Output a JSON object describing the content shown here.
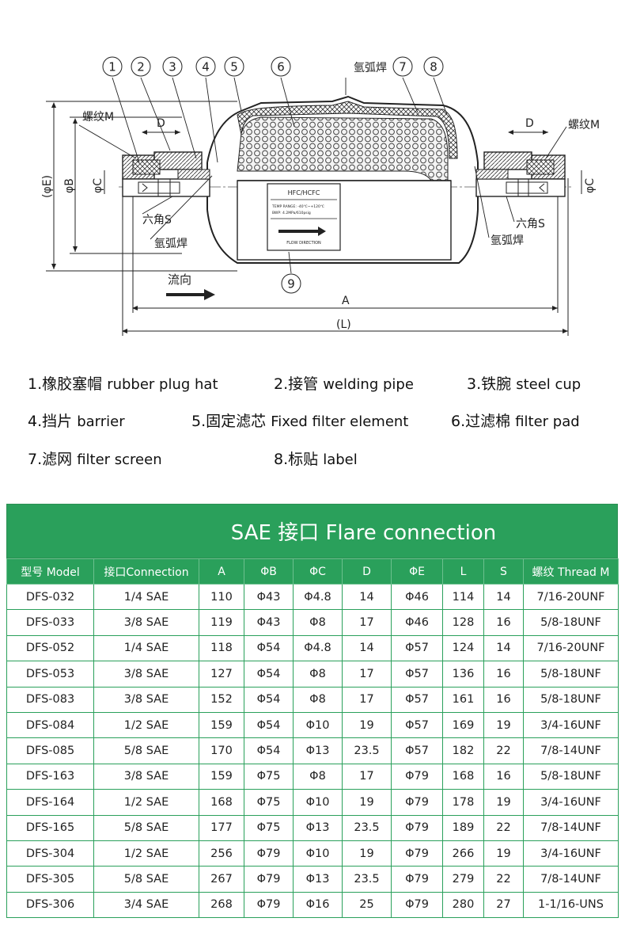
{
  "diagram": {
    "callouts": [
      "1",
      "2",
      "3",
      "4",
      "5",
      "6",
      "7",
      "8",
      "9"
    ],
    "welding_label_top": "氩弧焊",
    "welding_label_left": "氩弧焊",
    "welding_label_right": "氩弧焊",
    "thread_label_left": "螺纹M",
    "thread_label_right": "螺纹M",
    "hex_label_left": "六角S",
    "hex_label_right": "六角S",
    "dim_D": "D",
    "dim_A": "A",
    "dim_L": "(L)",
    "dim_E": "(φE)",
    "dim_B": "φB",
    "dim_C": "φC",
    "flow_label": "流向",
    "sticker": {
      "title": "HFC/HCFC",
      "line1": "TEMP RANGE: -40℃~+120℃",
      "line2": "BWP: 4.2MPa/610psig",
      "flow": "FLOW DIRECTION"
    }
  },
  "legend": [
    {
      "num_cn": "1.橡胶塞帽",
      "en": "rubber plug hat"
    },
    {
      "num_cn": "2.接管",
      "en": "welding pipe"
    },
    {
      "num_cn": "3.铁腕",
      "en": "steel cup"
    },
    {
      "num_cn": "4.挡片",
      "en": "barrier"
    },
    {
      "num_cn": "5.固定滤芯",
      "en": "Fixed filter element"
    },
    {
      "num_cn": "6.过滤棉",
      "en": "filter pad"
    },
    {
      "num_cn": "7.滤网",
      "en": "filter screen"
    },
    {
      "num_cn": "8.标贴",
      "en": "label"
    }
  ],
  "table": {
    "title": "SAE 接口 Flare connection",
    "headers": [
      "型号 Model",
      "接口Connection",
      "A",
      "ΦB",
      "ΦC",
      "D",
      "ΦE",
      "L",
      "S",
      "螺纹 Thread M"
    ],
    "rows": [
      [
        "DFS-032",
        "1/4 SAE",
        "110",
        "Φ43",
        "Φ4.8",
        "14",
        "Φ46",
        "114",
        "14",
        "7/16-20UNF"
      ],
      [
        "DFS-033",
        "3/8 SAE",
        "119",
        "Φ43",
        "Φ8",
        "17",
        "Φ46",
        "128",
        "16",
        "5/8-18UNF"
      ],
      [
        "DFS-052",
        "1/4 SAE",
        "118",
        "Φ54",
        "Φ4.8",
        "14",
        "Φ57",
        "124",
        "14",
        "7/16-20UNF"
      ],
      [
        "DFS-053",
        "3/8 SAE",
        "127",
        "Φ54",
        "Φ8",
        "17",
        "Φ57",
        "136",
        "16",
        "5/8-18UNF"
      ],
      [
        "DFS-083",
        "3/8 SAE",
        "152",
        "Φ54",
        "Φ8",
        "17",
        "Φ57",
        "161",
        "16",
        "5/8-18UNF"
      ],
      [
        "DFS-084",
        "1/2 SAE",
        "159",
        "Φ54",
        "Φ10",
        "19",
        "Φ57",
        "169",
        "19",
        "3/4-16UNF"
      ],
      [
        "DFS-085",
        "5/8 SAE",
        "170",
        "Φ54",
        "Φ13",
        "23.5",
        "Φ57",
        "182",
        "22",
        "7/8-14UNF"
      ],
      [
        "DFS-163",
        "3/8 SAE",
        "159",
        "Φ75",
        "Φ8",
        "17",
        "Φ79",
        "168",
        "16",
        "5/8-18UNF"
      ],
      [
        "DFS-164",
        "1/2 SAE",
        "168",
        "Φ75",
        "Φ10",
        "19",
        "Φ79",
        "178",
        "19",
        "3/4-16UNF"
      ],
      [
        "DFS-165",
        "5/8 SAE",
        "177",
        "Φ75",
        "Φ13",
        "23.5",
        "Φ79",
        "189",
        "22",
        "7/8-14UNF"
      ],
      [
        "DFS-304",
        "1/2 SAE",
        "256",
        "Φ79",
        "Φ10",
        "19",
        "Φ79",
        "266",
        "19",
        "3/4-16UNF"
      ],
      [
        "DFS-305",
        "5/8 SAE",
        "267",
        "Φ79",
        "Φ13",
        "23.5",
        "Φ79",
        "279",
        "22",
        "7/8-14UNF"
      ],
      [
        "DFS-306",
        "3/4 SAE",
        "268",
        "Φ79",
        "Φ16",
        "25",
        "Φ79",
        "280",
        "27",
        "1-1/16-UNS"
      ]
    ]
  }
}
